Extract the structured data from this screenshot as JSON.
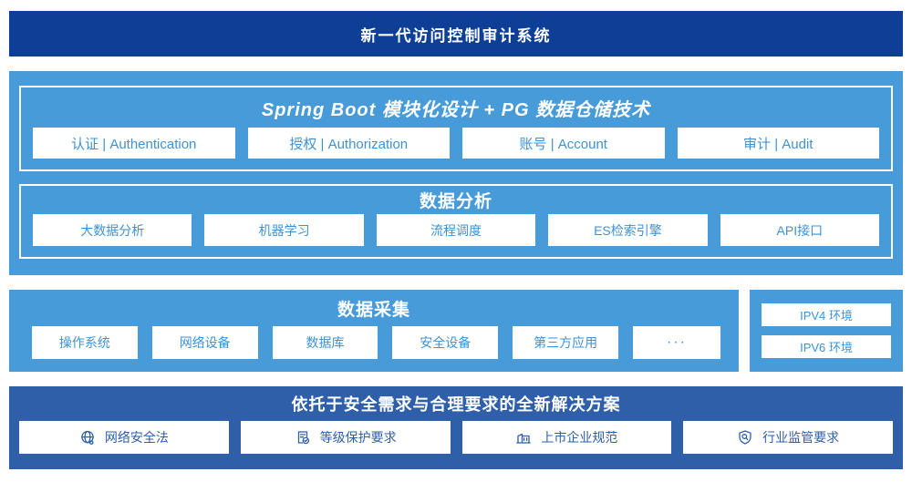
{
  "colors": {
    "header_bg": "#0d3f96",
    "band_bg": "#479bd8",
    "solution_bg": "#2f5fa9",
    "chip_bg": "#ffffff",
    "chip_text": "#3e92d4",
    "solution_chip_text": "#2e5fa8",
    "title_text": "#ffffff"
  },
  "header": {
    "title": "新一代访问控制审计系统"
  },
  "platform": {
    "modules_band": {
      "title": "Spring Boot 模块化设计 + PG 数据仓储技术",
      "items": [
        "认证 | Authentication",
        "授权 | Authorization",
        "账号 | Account",
        "审计 | Audit"
      ]
    },
    "analysis_band": {
      "title": "数据分析",
      "items": [
        "大数据分析",
        "机器学习",
        "流程调度",
        "ES检索引擎",
        "API接口"
      ]
    }
  },
  "collection": {
    "title": "数据采集",
    "items": [
      "操作系统",
      "网络设备",
      "数据库",
      "安全设备",
      "第三方应用"
    ],
    "ellipsis": "···"
  },
  "environment": {
    "items": [
      "IPV4 环境",
      "IPV6 环境"
    ]
  },
  "solution": {
    "title": "依托于安全需求与合理要求的全新解决方案",
    "items": [
      {
        "icon": "globe-icon",
        "label": "网络安全法"
      },
      {
        "icon": "document-check-icon",
        "label": "等级保护要求"
      },
      {
        "icon": "building-icon",
        "label": "上市企业规范"
      },
      {
        "icon": "shield-search-icon",
        "label": "行业监管要求"
      }
    ]
  }
}
